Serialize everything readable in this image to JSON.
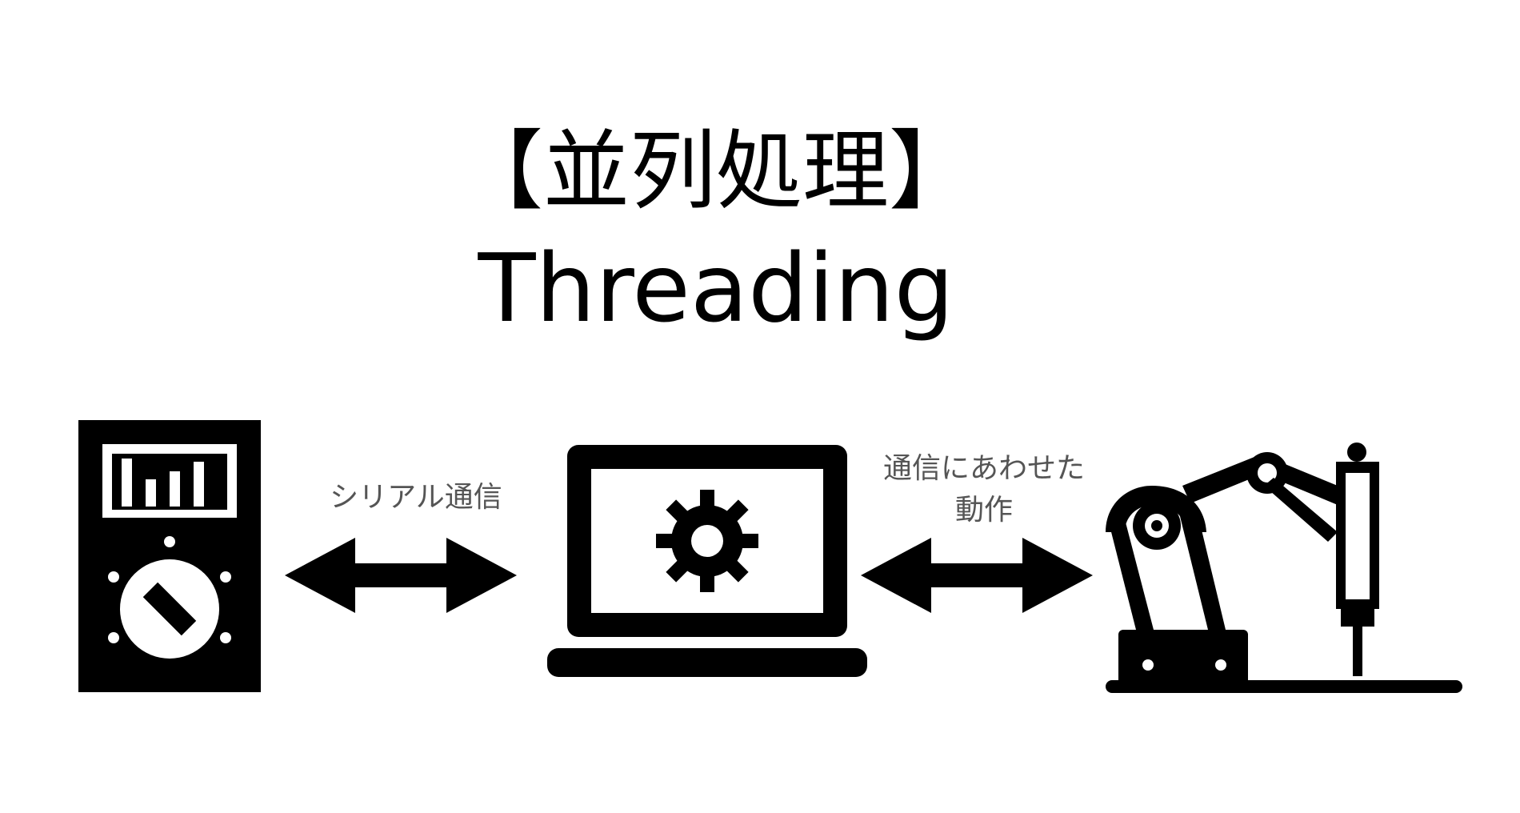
{
  "title": {
    "japanese": "【並列処理】",
    "english": "Threading"
  },
  "connections": {
    "left_label": "シリアル通信",
    "right_label_line1": "通信にあわせた",
    "right_label_line2": "動作"
  },
  "icons": {
    "left": "multimeter-icon",
    "center": "laptop-gear-icon",
    "right": "robot-arm-icon"
  },
  "colors": {
    "foreground": "#000000",
    "label": "#555555",
    "background": "#ffffff"
  }
}
